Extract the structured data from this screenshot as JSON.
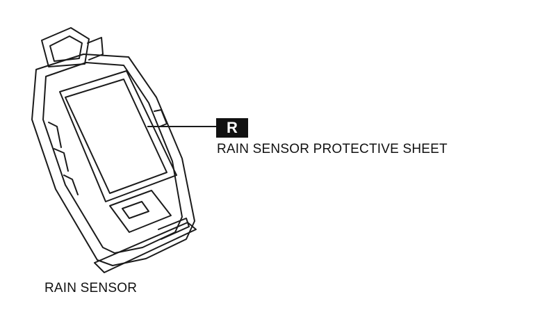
{
  "callout": {
    "badge": "R",
    "label": "RAIN SENSOR PROTECTIVE SHEET"
  },
  "part_label": "RAIN SENSOR"
}
